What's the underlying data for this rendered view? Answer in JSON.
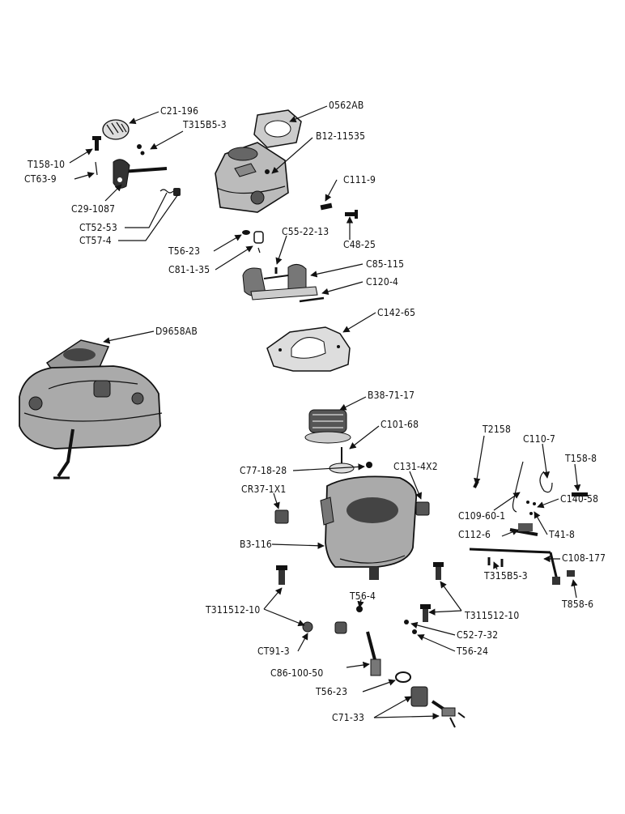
{
  "labels": {
    "l01": "C21-196",
    "l02": "0562AB",
    "l03": "T315B5-3",
    "l04": "B12-11535",
    "l05": "T158-10",
    "l06": "CT63-9",
    "l07": "C29-1087",
    "l08": "C111-9",
    "l09": "CT52-53",
    "l10": "CT57-4",
    "l11": "C48-25",
    "l12": "C55-22-13",
    "l13": "T56-23",
    "l14": "C81-1-35",
    "l15": "C85-115",
    "l16": "C120-4",
    "l17": "C142-65",
    "l18": "D9658AB",
    "l19": "B38-71-17",
    "l20": "C101-68",
    "l21": "T2158",
    "l22": "C110-7",
    "l23": "T158-8",
    "l24": "C77-18-28",
    "l25": "C131-4X2",
    "l26": "CR37-1X1",
    "l27": "C109-60-1",
    "l28": "C140-58",
    "l29": "C112-6",
    "l30": "T41-8",
    "l31": "B3-116",
    "l32": "C108-177",
    "l33": "T315B5-3",
    "l34": "T858-6",
    "l35": "T56-4",
    "l36": "T311512-10",
    "l37": "T311512-10",
    "l38": "C52-7-32",
    "l39": "CT91-3",
    "l40": "T56-24",
    "l41": "C86-100-50",
    "l42": "T56-23",
    "l43": "C71-33"
  },
  "colors": {
    "ink": "#111111",
    "paper": "#ffffff"
  }
}
